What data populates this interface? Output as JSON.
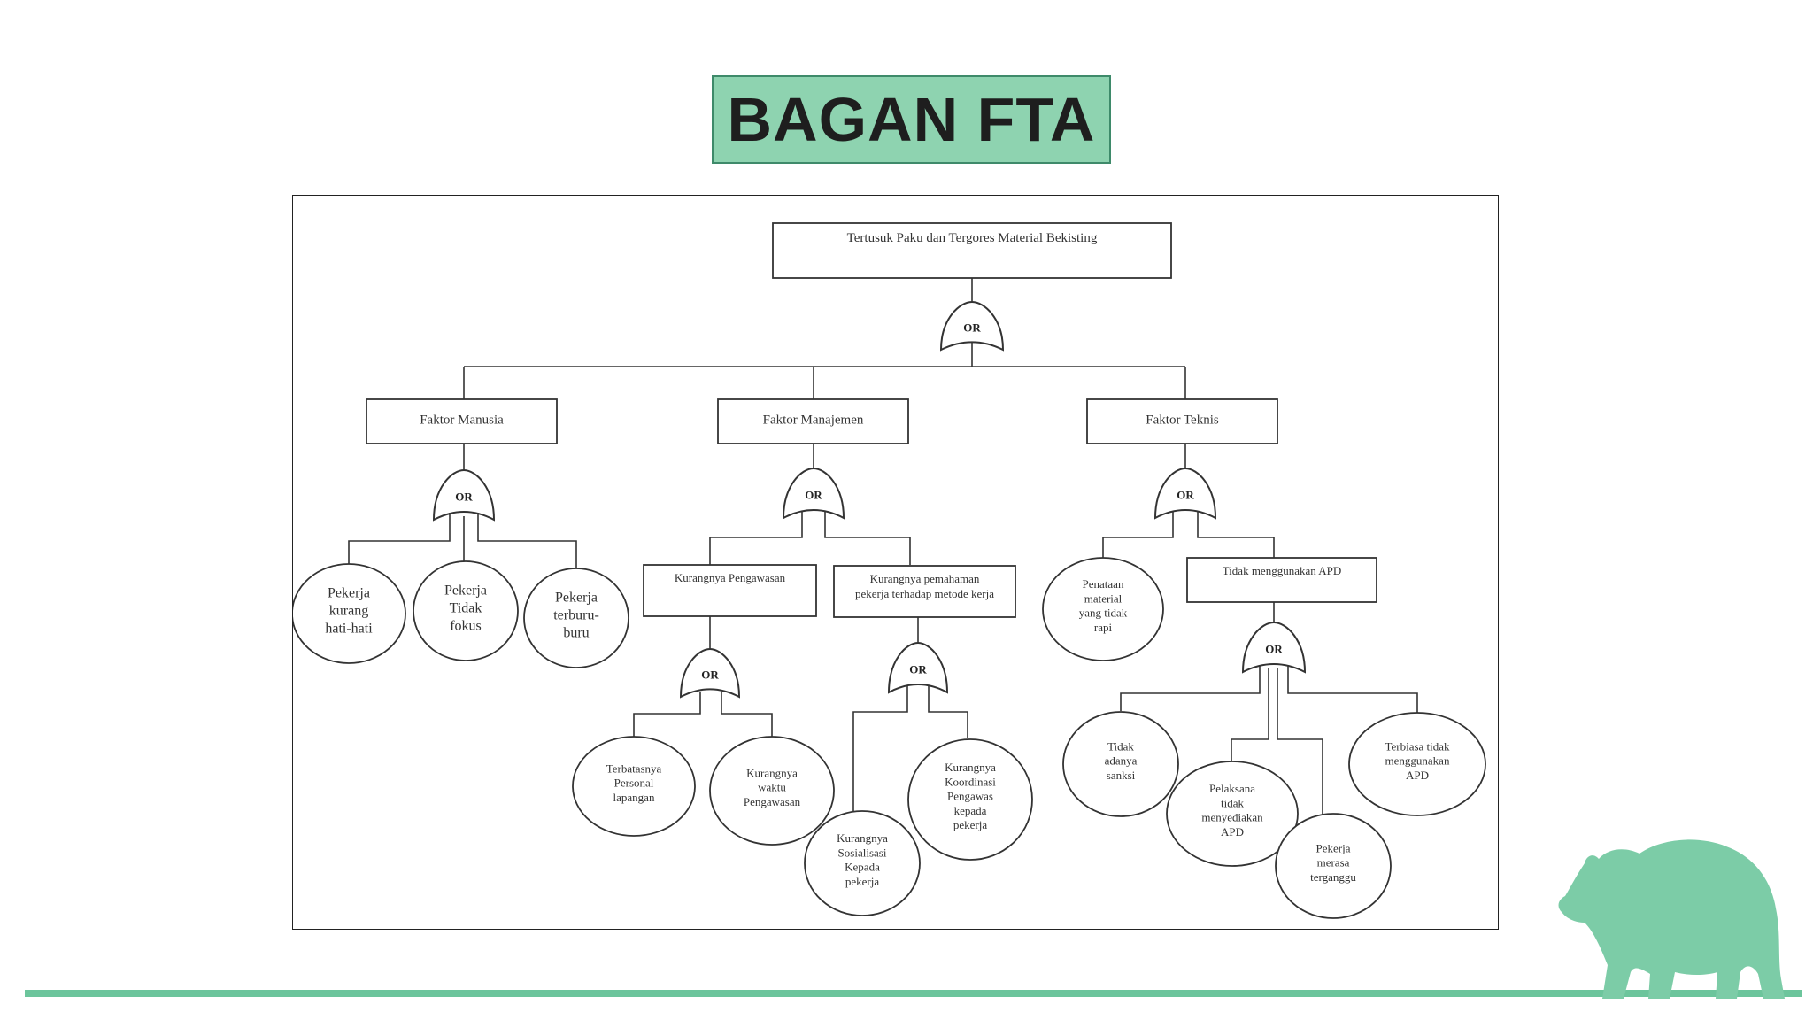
{
  "slide": {
    "title": "BAGAN FTA",
    "accent_color": "#8ed3b0",
    "line_color": "#6cc59c",
    "logo_icon": "bear-icon"
  },
  "diagram": {
    "top_event": [
      "Tertusuk Paku dan Tergores Material Bekisting"
    ],
    "gate_label": "OR",
    "nodes": {
      "faktor_manusia": [
        "Faktor Manusia"
      ],
      "faktor_manajemen": [
        "Faktor Manajemen"
      ],
      "faktor_teknis": [
        "Faktor Teknis"
      ],
      "pekerja_kurang_hati": [
        "Pekerja",
        "kurang",
        "hati-hati"
      ],
      "pekerja_tidak_fokus": [
        "Pekerja",
        "Tidak",
        "fokus"
      ],
      "pekerja_terburu": [
        "Pekerja",
        "terburu-",
        "buru"
      ],
      "kurangnya_pengawasan": [
        "Kurangnya Pengawasan"
      ],
      "kurangnya_pemahaman": [
        "Kurangnya pemahaman",
        "pekerja terhadap metode kerja"
      ],
      "terbatasnya_personal": [
        "Terbatasnya",
        "Personal",
        "lapangan"
      ],
      "kurangnya_waktu": [
        "Kurangnya",
        "waktu",
        "Pengawasan"
      ],
      "kurangnya_sosialisasi": [
        "Kurangnya",
        "Sosialisasi",
        "Kepada",
        "pekerja"
      ],
      "kurangnya_koordinasi": [
        "Kurangnya",
        "Koordinasi",
        "Pengawas",
        "kepada",
        "pekerja"
      ],
      "penataan_material": [
        "Penataan",
        "material",
        "yang tidak",
        "rapi"
      ],
      "tidak_menggunakan_apd": [
        "Tidak menggunakan APD"
      ],
      "tidak_adanya_sanksi": [
        "Tidak",
        "adanya",
        "sanksi"
      ],
      "pelaksana_tidak_apd": [
        "Pelaksana",
        "tidak",
        "menyediakan",
        "APD"
      ],
      "pekerja_terganggu": [
        "Pekerja",
        "merasa",
        "terganggu"
      ],
      "terbiasa_tidak_apd": [
        "Terbiasa tidak",
        "menggunakan",
        "APD"
      ]
    }
  }
}
